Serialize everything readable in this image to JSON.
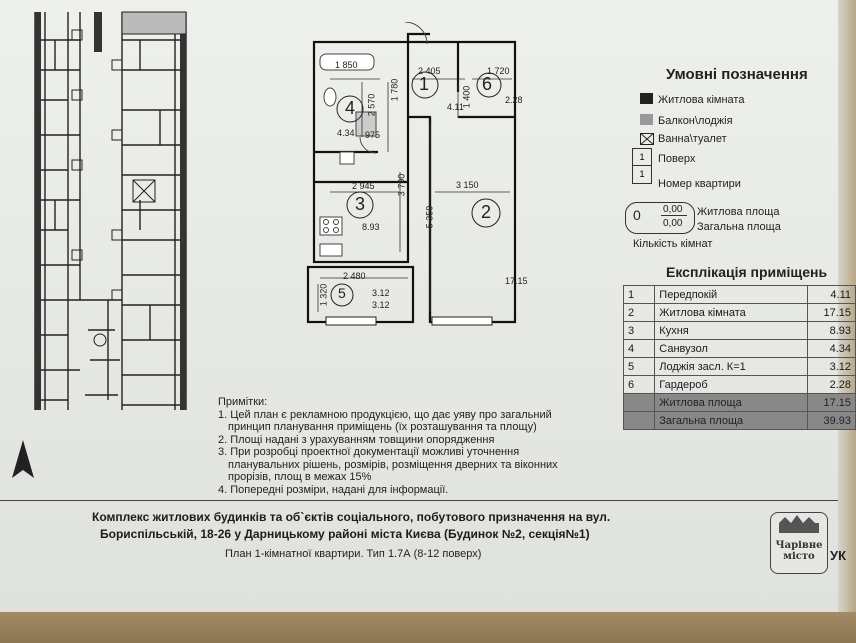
{
  "legend": {
    "title": "Умовні позначення",
    "items": [
      {
        "icon": "living-room-swatch",
        "label": "Житлова кімната"
      },
      {
        "icon": "balcony-swatch",
        "label": "Балкон\\лоджія"
      },
      {
        "icon": "bathroom-swatch",
        "label": "Ванна\\туалет"
      },
      {
        "icon": "floor-marker",
        "label": "Поверх"
      },
      {
        "icon": "apartment-marker",
        "label": "Номер квартири"
      }
    ],
    "area_box": {
      "value1": "0,00",
      "value2": "0,00",
      "zero": "0",
      "living": "Житлова площа",
      "total": "Загальна площа",
      "rooms": "Кількість кімнат"
    },
    "marker_digit": "1"
  },
  "explication": {
    "title": "Експлікація приміщень",
    "rows": [
      {
        "num": "1",
        "name": "Передпокій",
        "value": "4.11"
      },
      {
        "num": "2",
        "name": "Житлова кімната",
        "value": "17.15"
      },
      {
        "num": "3",
        "name": "Кухня",
        "value": "8.93"
      },
      {
        "num": "4",
        "name": "Санвузол",
        "value": "4.34"
      },
      {
        "num": "5",
        "name": "Лоджія засл. К=1",
        "value": "3.12"
      },
      {
        "num": "6",
        "name": "Гардероб",
        "value": "2.28"
      }
    ],
    "living_area": {
      "label": "Житлова площа",
      "value": "17.15"
    },
    "total_area": {
      "label": "Загальна площа",
      "value": "39.93"
    }
  },
  "plan": {
    "dims": {
      "d1850": "1 850",
      "d2405": "2 405",
      "d1720": "1 720",
      "d1780": "1 780",
      "d2570": "2 570",
      "d1400": "1 400",
      "d975": "975",
      "d2945": "2 945",
      "d3790": "3 790",
      "d3150": "3 150",
      "d5350": "5 350",
      "d2480": "2 480",
      "d1320": "1 320"
    },
    "rooms": {
      "r1": "1",
      "r2": "2",
      "r3": "3",
      "r4": "4",
      "r5": "5",
      "r6": "6",
      "a1": "4.11",
      "a2": "17.15",
      "a3": "8.93",
      "a4": "4.34",
      "a5a": "3.12",
      "a5b": "3.12",
      "a6": "2.28"
    }
  },
  "notes": {
    "title": "Примітки:",
    "lines": [
      "1. Цей план є рекламною продукцією, що дає уяву про загальний",
      "принцип планування приміщень (їх розташування та площу)",
      "2. Площі надані з урахуванням товщини опорядження",
      "3. При розробці проектної документації можливі уточнення",
      "планувальних рішень, розмірів, розміщення дверних та віконних",
      "прорізів, площ в межах 15%",
      "4. Попередні розміри, надані для інформації."
    ]
  },
  "footer": {
    "line1": "Комплекс житлових будинків та об`єктів соціального, побутового призначення на вул.",
    "line2": "Бориспільській, 18-26 у Дарницькому районі міста Києва (Будинок №2, секція№1)",
    "plan_title": "План 1-кімнатної квартири. Тип 1.7А (8-12 поверх)",
    "logo_text1": "Чарівне",
    "logo_text2": "місто",
    "logo_edge": "УК"
  }
}
